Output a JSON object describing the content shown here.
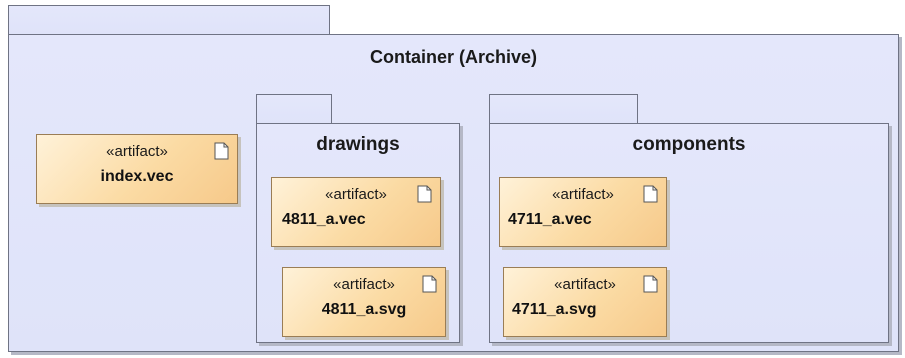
{
  "diagram": {
    "container": {
      "title": "Container (Archive)"
    },
    "root_artifact": {
      "stereotype": "«artifact»",
      "name": "index.vec"
    },
    "packages": [
      {
        "title": "drawings",
        "artifacts": [
          {
            "stereotype": "«artifact»",
            "name": "4811_a.vec"
          },
          {
            "stereotype": "«artifact»",
            "name": "4811_a.svg"
          }
        ]
      },
      {
        "title": "components",
        "artifacts": [
          {
            "stereotype": "«artifact»",
            "name": "4711_a.vec"
          },
          {
            "stereotype": "«artifact»",
            "name": "4711_a.svg"
          }
        ]
      }
    ],
    "icons": {
      "artifact": "document-icon"
    },
    "colors": {
      "package_fill": "#e0e4fa",
      "package_border": "#6f7384",
      "artifact_fill": "#fbdba4",
      "artifact_border": "#9a7d55"
    }
  }
}
